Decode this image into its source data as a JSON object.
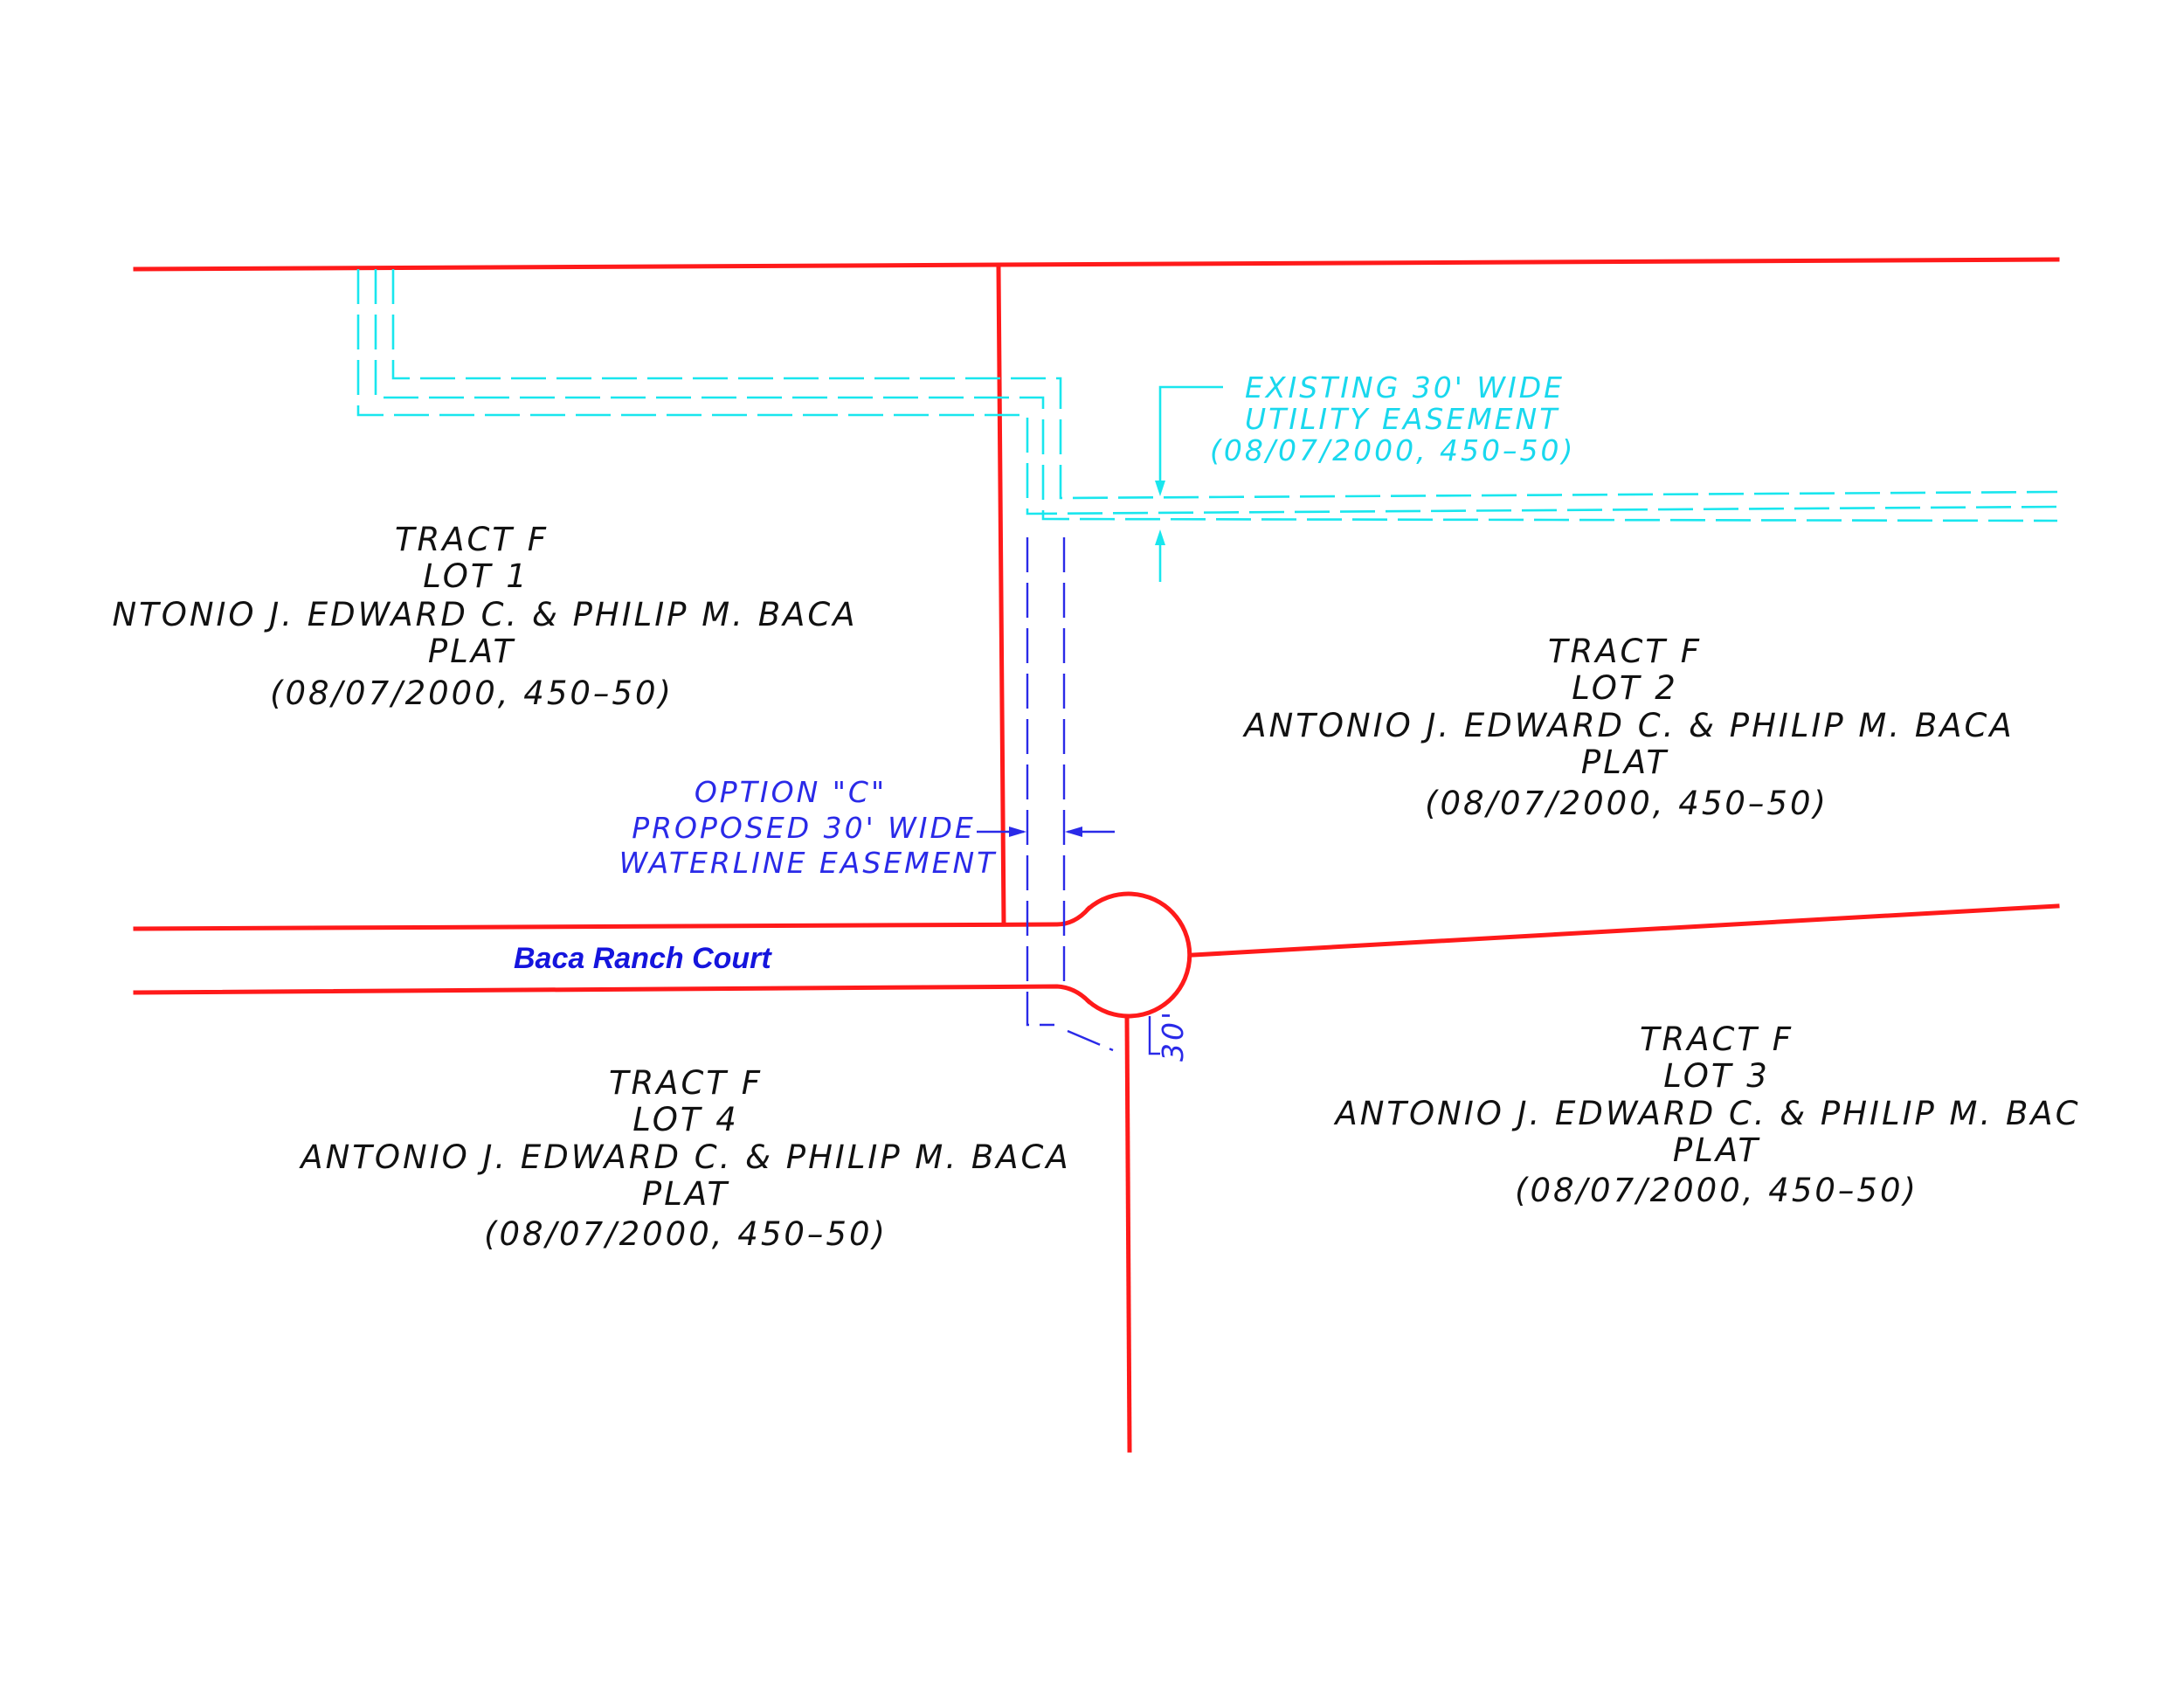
{
  "road": {
    "name": "Baca Ranch Court"
  },
  "tracts": [
    {
      "tract": "TRACT F",
      "lot": "LOT 1",
      "owner": "NTONIO J. EDWARD C. & PHILIP M. BACA",
      "doc": "PLAT",
      "rec": "(08/07/2000, 450–50)"
    },
    {
      "tract": "TRACT F",
      "lot": "LOT 2",
      "owner": "ANTONIO J. EDWARD C. & PHILIP M. BACA",
      "doc": "PLAT",
      "rec": "(08/07/2000, 450–50)"
    },
    {
      "tract": "TRACT F",
      "lot": "LOT 3",
      "owner": "ANTONIO J. EDWARD C. & PHILIP M. BAC",
      "doc": "PLAT",
      "rec": "(08/07/2000, 450–50)"
    },
    {
      "tract": "TRACT F",
      "lot": "LOT 4",
      "owner": "ANTONIO J. EDWARD C. & PHILIP M. BACA",
      "doc": "PLAT",
      "rec": "(08/07/2000, 450–50)"
    }
  ],
  "existing_easement": {
    "line1": "EXISTING 30' WIDE",
    "line2": "UTILITY EASEMENT",
    "line3": "(08/07/2000, 450–50)"
  },
  "proposed_easement": {
    "line1": "OPTION \"C\"",
    "line2": "PROPOSED 30' WIDE",
    "line3": "WATERLINE EASEMENT"
  },
  "dimension_label": "30'",
  "colors": {
    "parcel_lines": "#ff1a1a",
    "utility_easement": "#19e6ee",
    "waterline_easement": "#2a2ae8",
    "road_label": "#1515dd",
    "text": "#111111"
  }
}
